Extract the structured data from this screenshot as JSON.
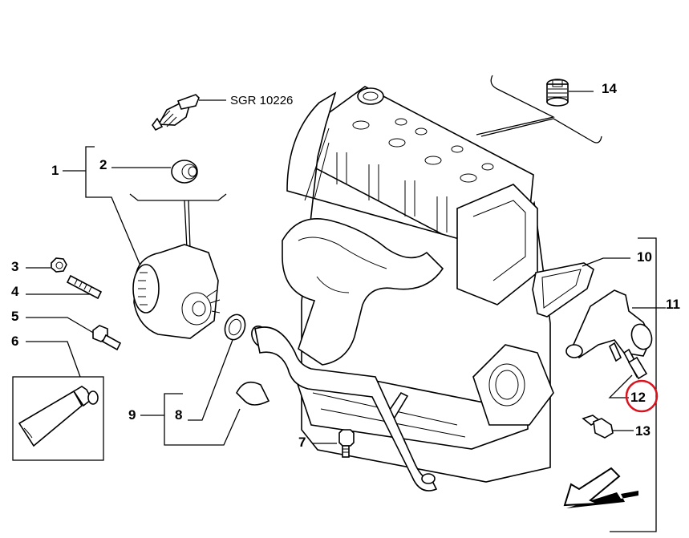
{
  "diagram": {
    "type": "exploded-parts-view",
    "subject": "engine block cooling system",
    "reference_code": "SGR 10226",
    "highlight_color": "#d9141e",
    "highlighted_part": "12",
    "callouts": [
      {
        "id": "1",
        "label": "1"
      },
      {
        "id": "2",
        "label": "2"
      },
      {
        "id": "3",
        "label": "3"
      },
      {
        "id": "4",
        "label": "4"
      },
      {
        "id": "5",
        "label": "5"
      },
      {
        "id": "6",
        "label": "6"
      },
      {
        "id": "7",
        "label": "7"
      },
      {
        "id": "8",
        "label": "8"
      },
      {
        "id": "9",
        "label": "9"
      },
      {
        "id": "10",
        "label": "10"
      },
      {
        "id": "11",
        "label": "11"
      },
      {
        "id": "12",
        "label": "12"
      },
      {
        "id": "13",
        "label": "13"
      },
      {
        "id": "14",
        "label": "14"
      }
    ],
    "direction_arrow": "front-direction-arrow"
  }
}
